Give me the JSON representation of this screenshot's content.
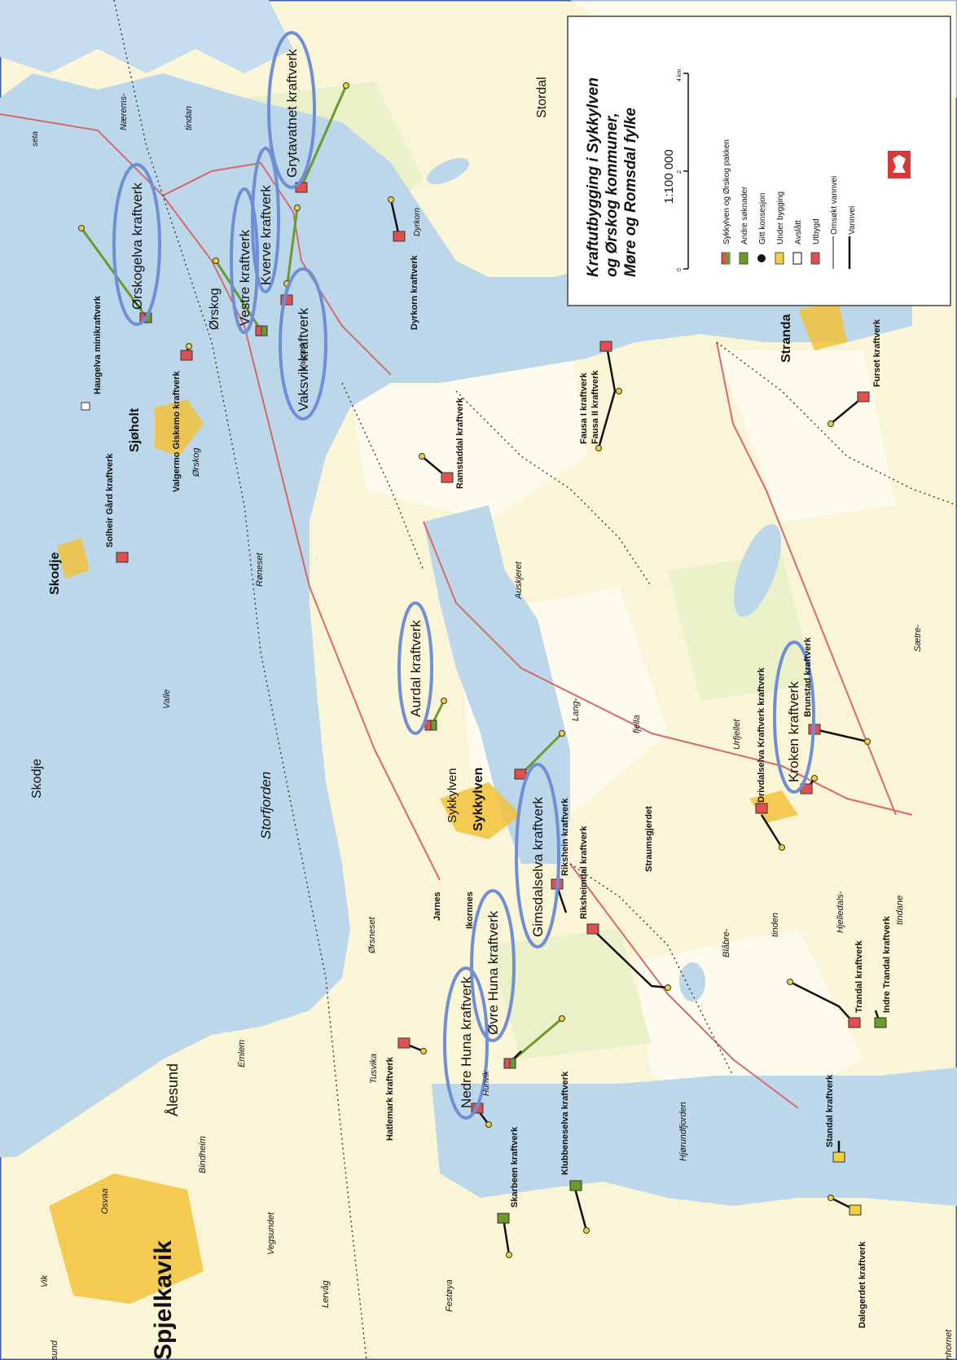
{
  "legend": {
    "title_1": "Kraftutbygging i Sykkylven",
    "title_2": "og Ørskog kommuner,",
    "title_3": "Møre og Romsdal fylke",
    "scale": "1:100 000",
    "scale_tick_0": "0",
    "scale_tick_1": "2",
    "scale_tick_2": "4 km",
    "items": [
      {
        "label": "Sykkylven og Ørskog pakken",
        "symbol": "box-red-green"
      },
      {
        "label": "Andre søknader",
        "symbol": "box-green"
      },
      {
        "label": "Gitt konsesjon",
        "symbol": "dot-black"
      },
      {
        "label": "Under bygging",
        "symbol": "box-yellow"
      },
      {
        "label": "Avslått",
        "symbol": "box-white"
      },
      {
        "label": "Utbygd",
        "symbol": "box-red"
      },
      {
        "label": "Omsøkt vannvei",
        "symbol": "line-thin"
      },
      {
        "label": "Vannvei",
        "symbol": "line-thick"
      }
    ]
  },
  "highlighted": [
    "Ørskogelva kraftverk",
    "Vestre kraftverk",
    "Kverve kraftverk",
    "Grytavatnet kraftverk",
    "Vaksvik kraftverk",
    "Aurdal kraftverk",
    "Gimsdalselva kraftverk",
    "Kroken kraftverk",
    "Øvre Huna kraftverk",
    "Nedre Huna kraftverk"
  ],
  "plants": [
    "Haugelva minikraftverk",
    "Valgermo Giskemo kraftverk",
    "Solheir Gård kraftverk",
    "Ramstaddal kraftverk",
    "Dyrkorn kraftverk",
    "Fausa I kraftverk",
    "Fausa II kraftverk",
    "Furset kraftverk",
    "Drivdalselva Kraftverk kraftverk",
    "Brunstad kraftverk",
    "Rikshein kraftverk",
    "Riksheimdal kraftverk",
    "Hatlemark kraftverk",
    "Skarbeen kraftverk",
    "Klubbeneselva kraftverk",
    "Trandal kraftverk",
    "Indre Trandal kraftverk",
    "Standal kraftverk",
    "Dalegerdet kraftverk"
  ],
  "places": {
    "spjelkavik": "Spjelkavik",
    "alesund": "Ålesund",
    "skodje1": "Skodje",
    "skodje2": "Skodje",
    "sjoholt": "Sjøholt",
    "orskog1": "Ørskog",
    "orskog2": "Ørskog",
    "stranda": "Stranda",
    "sykkylven1": "Sykkylven",
    "sykkylven2": "Sykkylven",
    "stordal": "Stordal",
    "storfjorden": "Storfjorden",
    "hjorundfjorden": "Hjørundfjorden",
    "roneset": "Røneset",
    "orsneset": "Ørsneset",
    "tusvika": "Tusvika",
    "valle": "Valle",
    "emlem": "Emlem",
    "bindheim": "Bindheim",
    "vegsundet": "Vegsundet",
    "lervag": "Lervåg",
    "festoya": "Festøya",
    "vik": "Vik",
    "osvaa": "Osvaa",
    "sund": "sund",
    "auskjeret": "Auskjeret",
    "lang": "Lang-",
    "fjella": "fjella",
    "urfjellet": "Urfjellet",
    "straumsgjerdet": "Straumsgjerdet",
    "blabre": "Blåbre-",
    "tinden": "tinden",
    "hjelledals": "Hjelledals-",
    "tindane": "tindane",
    "saetre": "Sætre-",
    "jarnes": "Jarnes",
    "ikornnes": "Ikornnes",
    "vagsvik": "Vagsvik",
    "dyrkorn": "Dyrkorn",
    "naerems": "Nærems-",
    "tindan": "tindan",
    "seta": "seta",
    "hornet": "nhornet",
    "hunvik": "Hunvik"
  }
}
